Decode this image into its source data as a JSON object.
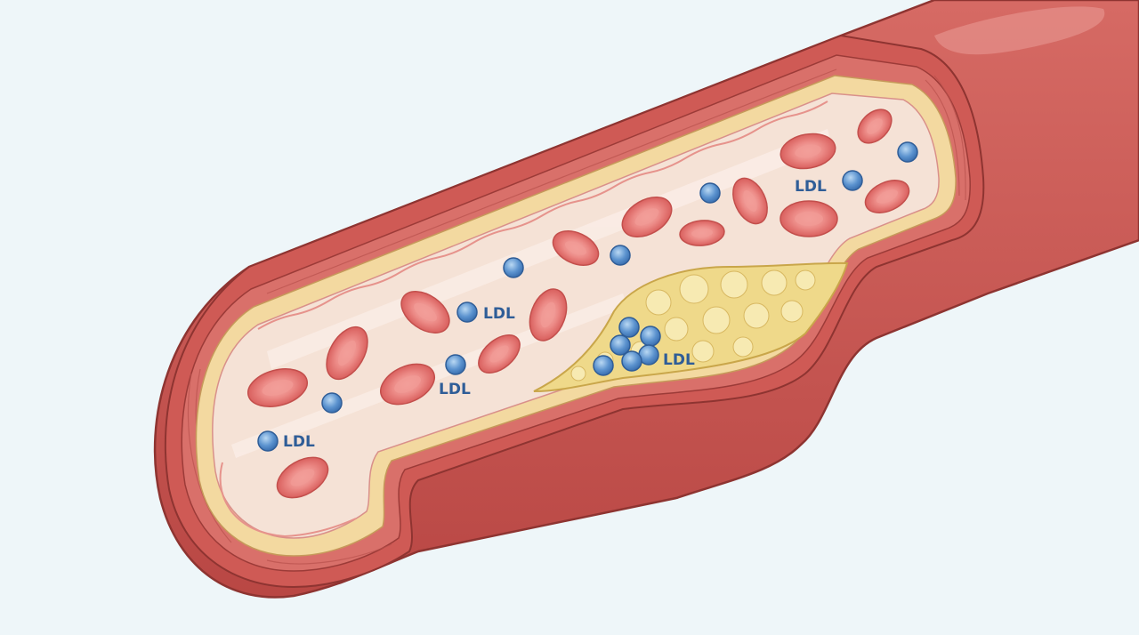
{
  "labels": {
    "ldl_1": "LDL",
    "ldl_2": "LDL",
    "ldl_3": "LDL",
    "ldl_4": "LDL",
    "ldl_5": "LDL"
  },
  "colors": {
    "background": "#eef6f9",
    "artery_outer": "#c9534f",
    "artery_outer_light": "#d9726b",
    "artery_dark": "#a83f3d",
    "media_layer": "#d8706a",
    "intima_yellow": "#f3d9a0",
    "lumen": "#f5e2d6",
    "endothelium": "#e8a9a2",
    "plaque": "#efd98a",
    "plaque_light": "#f7eab2",
    "red_blood_cell": "#e2706e",
    "red_blood_cell_center": "#f19a95",
    "ldl_particle": "#4f87c8",
    "ldl_particle_light": "#a8cdee",
    "ldl_label": "#2f5d97",
    "outline": "#8e3431"
  }
}
